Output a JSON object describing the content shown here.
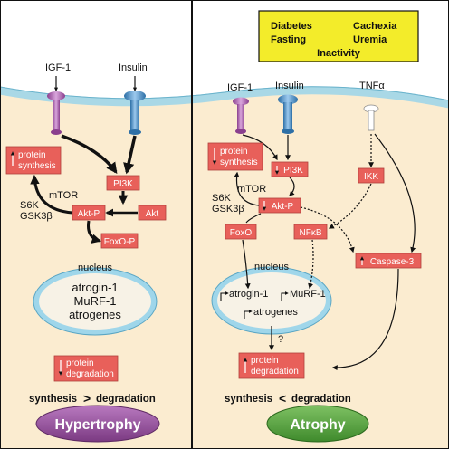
{
  "left": {
    "ligand_igf1": "IGF-1",
    "ligand_insulin": "Insulin",
    "protein_synthesis_line1": "protein",
    "protein_synthesis_line2": "synthesis",
    "pi3k": "PI3K",
    "akt": "Akt",
    "akt_p": "Akt-P",
    "foxo_p": "FoxO-P",
    "mtor": "mTOR",
    "s6k": "S6K",
    "gsk3b": "GSK3β",
    "nucleus_label": "nucleus",
    "nucleus_line1": "atrogin-1",
    "nucleus_line2": "MuRF-1",
    "nucleus_line3": "atrogenes",
    "protein_degradation_line1": "protein",
    "protein_degradation_line2": "degradation",
    "balance_left": "synthesis",
    "balance_symbol": ">",
    "balance_right": "degradation",
    "condition": "Hypertrophy"
  },
  "right": {
    "stress_line1_a": "Diabetes",
    "stress_line1_b": "Cachexia",
    "stress_line2_a": "Fasting",
    "stress_line2_b": "Uremia",
    "stress_line3": "Inactivity",
    "ligand_igf1": "IGF-1",
    "ligand_insulin": "Insulin",
    "ligand_tnfa": "TNFα",
    "protein_synthesis_line1": "protein",
    "protein_synthesis_line2": "synthesis",
    "pi3k": "PI3K",
    "akt_p": "Akt-P",
    "ikk": "IKK",
    "mtor": "mTOR",
    "s6k": "S6K",
    "gsk3b": "GSK3β",
    "foxo": "FoxO",
    "nfkb": "NFκB",
    "caspase3": "Caspase-3",
    "nucleus_label": "nucleus",
    "atrogin": "atrogin-1",
    "murf": "MuRF-1",
    "atrogenes": "atrogenes",
    "question": "?",
    "protein_degradation_line1": "protein",
    "protein_degradation_line2": "degradation",
    "balance_left": "synthesis",
    "balance_symbol": "<",
    "balance_right": "degradation",
    "condition": "Atrophy"
  },
  "colors": {
    "cytoplasm": "#fbecd0",
    "membrane": "#a9d8e6",
    "box": "#e8605a",
    "hypertrophy": "#9a4fa0",
    "atrophy": "#4f9a3a",
    "stress_box": "#f3ec2a"
  }
}
